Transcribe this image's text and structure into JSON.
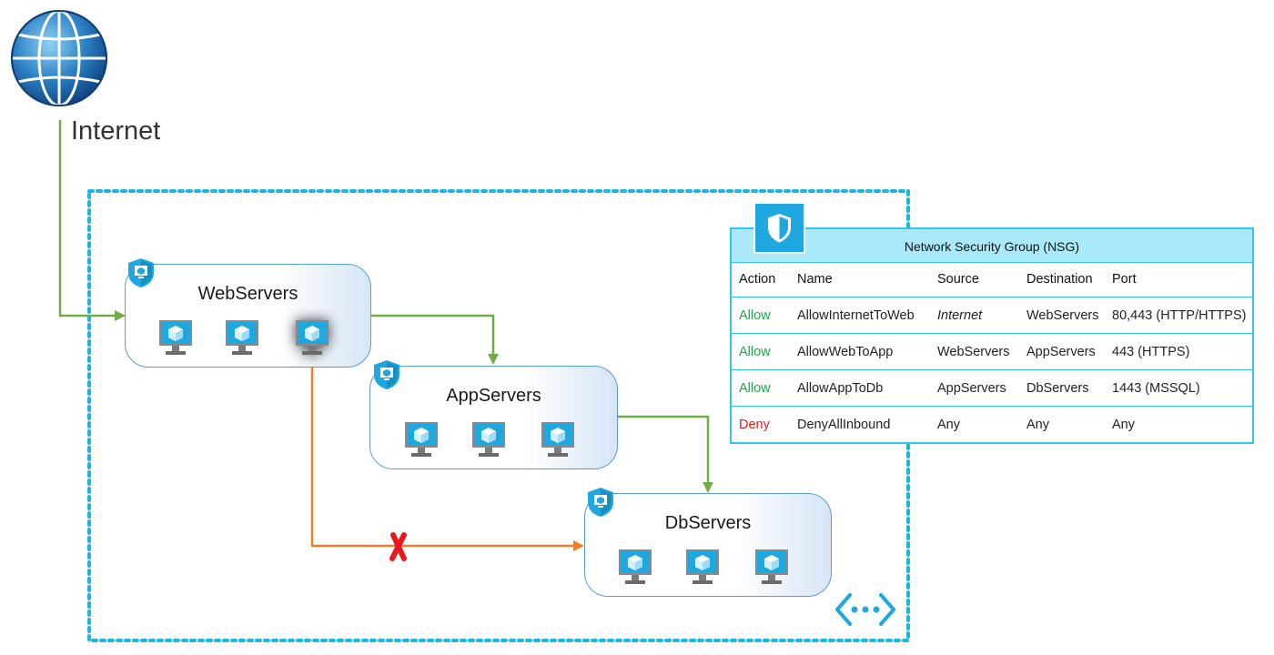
{
  "internet": {
    "label": "Internet",
    "icon": "globe-icon"
  },
  "groups": {
    "web": {
      "title": "WebServers"
    },
    "app": {
      "title": "AppServers"
    },
    "db": {
      "title": "DbServers"
    }
  },
  "nsg": {
    "title": "Network Security Group (NSG)",
    "icon": "shield-icon",
    "columns": [
      "Action",
      "Name",
      "Source",
      "Destination",
      "Port"
    ],
    "rules": [
      {
        "action": "Allow",
        "name": "AllowInternetToWeb",
        "source": "Internet",
        "destination": "WebServers",
        "port": "80,443 (HTTP/HTTPS)"
      },
      {
        "action": "Allow",
        "name": "AllowWebToApp",
        "source": "WebServers",
        "destination": "AppServers",
        "port": "443 (HTTPS)"
      },
      {
        "action": "Allow",
        "name": "AllowAppToDb",
        "source": "AppServers",
        "destination": "DbServers",
        "port": "1443 (MSSQL)"
      },
      {
        "action": "Deny",
        "name": "DenyAllInbound",
        "source": "Any",
        "destination": "Any",
        "port": "Any"
      }
    ]
  },
  "colors": {
    "vnet_border": "#1cb6e3",
    "allow_flow": "#70ad47",
    "deny_flow": "#ed7d31",
    "block_mark": "#e8191c",
    "allow_text": "#19a84a",
    "deny_text": "#e8191c",
    "nsg_header": "#a9e9f8",
    "vm_blue": "#1fa8e0"
  },
  "icons": {
    "vm": "virtual-machine-icon",
    "group_badge": "application-security-group-icon",
    "vnet": "virtual-network-icon",
    "blocked": "blocked-x-icon"
  }
}
